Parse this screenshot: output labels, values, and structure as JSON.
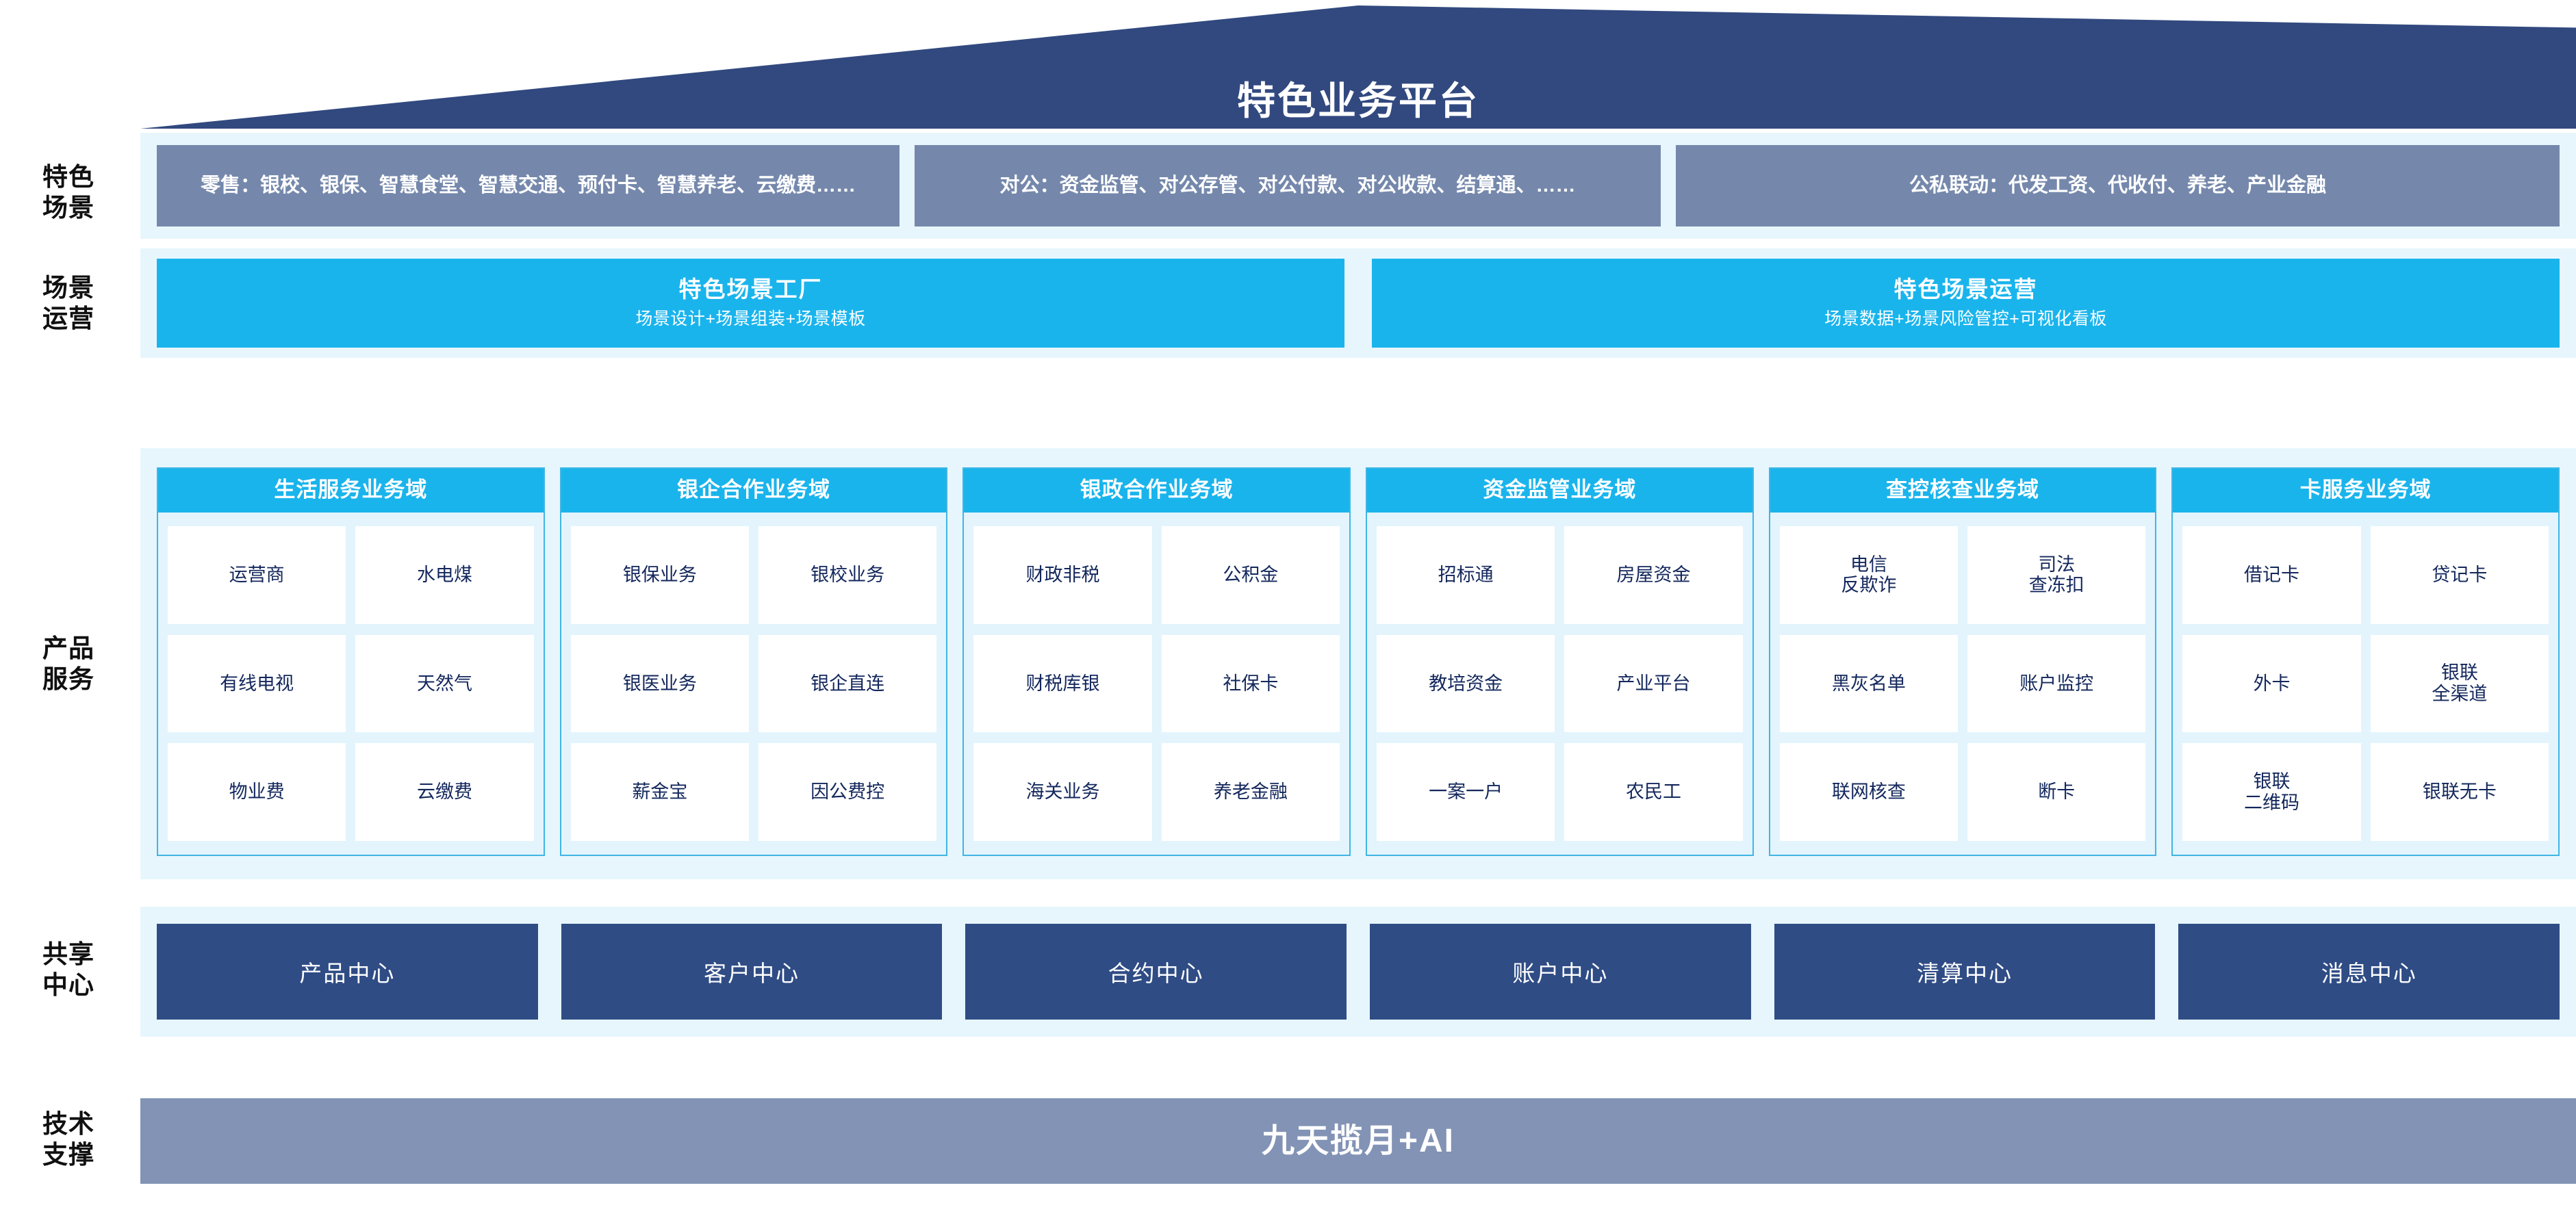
{
  "header": {
    "title": "特色业务平台"
  },
  "rails": [
    {
      "key": "scene",
      "label": "特色\n场景"
    },
    {
      "key": "ops",
      "label": "场景\n运营"
    },
    {
      "key": "product",
      "label": "产品\n服务"
    },
    {
      "key": "center",
      "label": "共享\n中心"
    },
    {
      "key": "tech",
      "label": "技术\n支撑"
    }
  ],
  "scene_row": {
    "boxes": [
      {
        "text": "零售：银校、银保、智慧食堂、智慧交通、预付卡、智慧养老、云缴费……"
      },
      {
        "text": "对公：资金监管、对公存管、对公付款、对公收款、结算通、……"
      },
      {
        "text": "公私联动：代发工资、代收付、养老、产业金融"
      }
    ]
  },
  "ops_row": {
    "boxes": [
      {
        "title": "特色场景工厂",
        "subtitle": "场景设计+场景组装+场景模板"
      },
      {
        "title": "特色场景运营",
        "subtitle": "场景数据+场景风险管控+可视化看板"
      }
    ]
  },
  "product_row": {
    "domains": [
      {
        "title": "生活服务业务域",
        "items": [
          "运营商",
          "水电煤",
          "有线电视",
          "天然气",
          "物业费",
          "云缴费"
        ]
      },
      {
        "title": "银企合作业务域",
        "items": [
          "银保业务",
          "银校业务",
          "银医业务",
          "银企直连",
          "薪金宝",
          "因公费控"
        ]
      },
      {
        "title": "银政合作业务域",
        "items": [
          "财政非税",
          "公积金",
          "财税库银",
          "社保卡",
          "海关业务",
          "养老金融"
        ]
      },
      {
        "title": "资金监管业务域",
        "items": [
          "招标通",
          "房屋资金",
          "教培资金",
          "产业平台",
          "一案一户",
          "农民工"
        ]
      },
      {
        "title": "查控核查业务域",
        "items": [
          "电信\n反欺诈",
          "司法\n查冻扣",
          "黑灰名单",
          "账户监控",
          "联网核查",
          "断卡"
        ]
      },
      {
        "title": "卡服务业务域",
        "items": [
          "借记卡",
          "贷记卡",
          "外卡",
          "银联\n全渠道",
          "银联\n二维码",
          "银联无卡"
        ]
      }
    ]
  },
  "center_row": {
    "boxes": [
      "产品中心",
      "客户中心",
      "合约中心",
      "账户中心",
      "清算中心",
      "消息中心"
    ]
  },
  "tech_row": {
    "title": "九天揽月+AI"
  },
  "colors": {
    "roof": "#31497f",
    "band_bg": "#e7f6fd",
    "scene_box": "#7588ac",
    "cyan": "#1ab4ec",
    "card_border": "#3fb6e4",
    "card_bg": "#e3f4fc",
    "item_text": "#13275c",
    "center_box": "#2f4c85",
    "tech_bar": "#8293b5"
  }
}
